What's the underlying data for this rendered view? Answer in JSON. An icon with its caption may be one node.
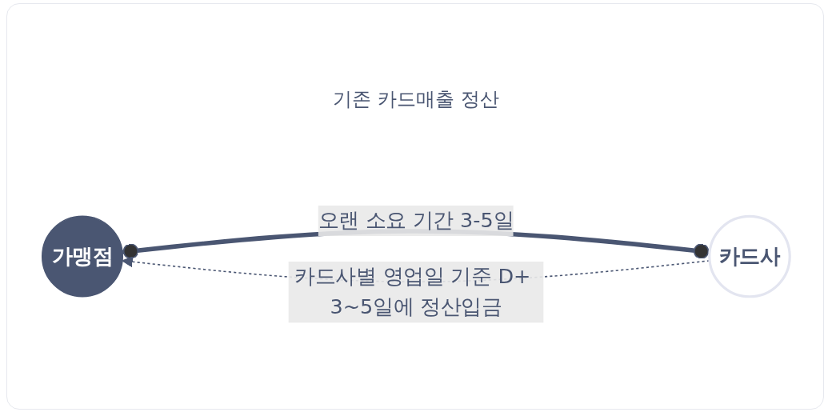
{
  "diagram": {
    "title": "기존 카드매출 정산",
    "nodes": [
      {
        "text": [
          "가맹점"
        ]
      },
      {
        "text": [
          "카드사"
        ]
      }
    ],
    "edges": [
      {
        "from": 0,
        "to": 1,
        "arrow": "other",
        "label": "오랜 소요 기간 3-5일",
        "style": "thick"
      },
      {
        "from": 1,
        "to": 0,
        "arrow": "to",
        "label": "카드사별 영업일 기준 D+ 3~5일에 정산입금",
        "style": "dashed"
      }
    ]
  }
}
